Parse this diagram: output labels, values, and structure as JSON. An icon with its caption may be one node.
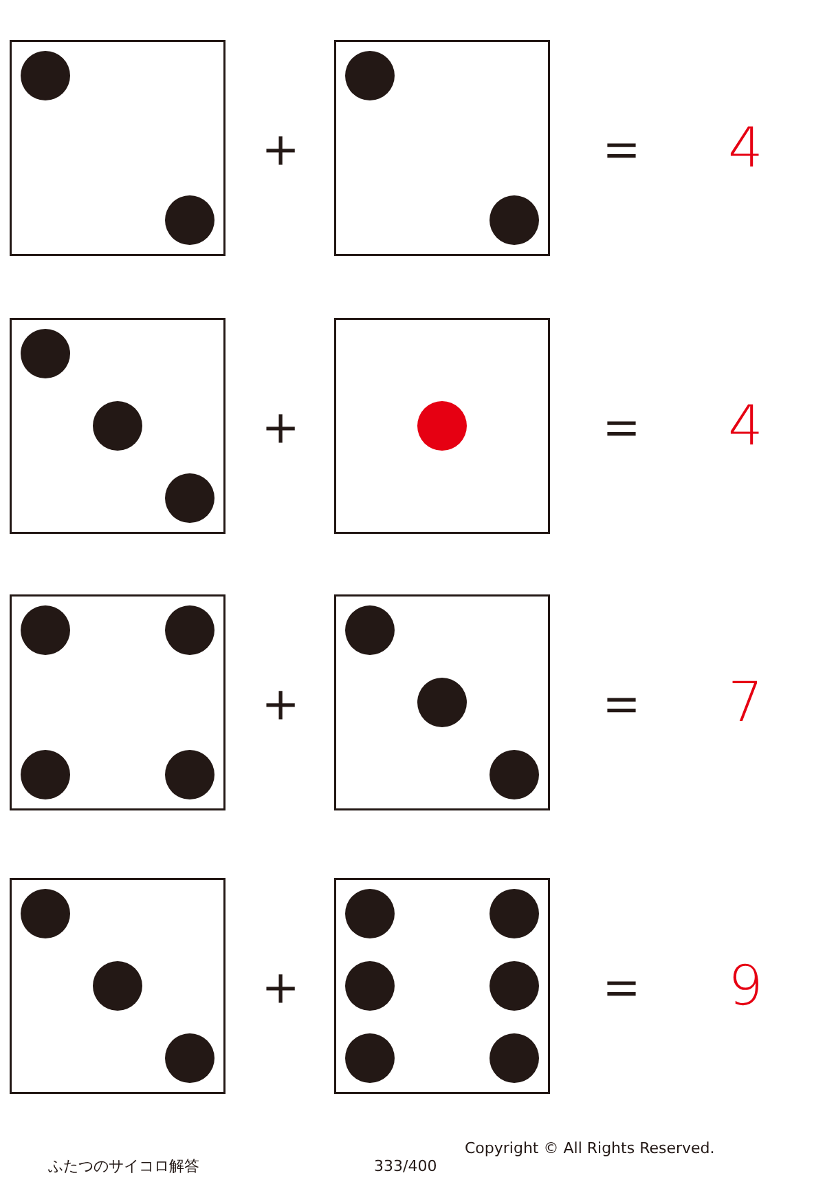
{
  "diagram": {
    "labels": [
      "＋",
      "＝",
      "4",
      "＋",
      "＝",
      "4",
      "＋",
      "＝",
      "7",
      "＋",
      "＝",
      "9",
      "ふたつのサイコロ解答",
      "333/400",
      "Copyright © All Rights Reserved."
    ]
  }
}
